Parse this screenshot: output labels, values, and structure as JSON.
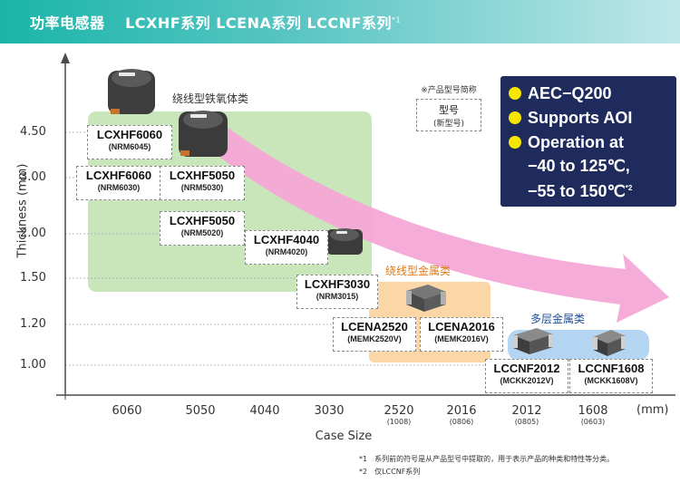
{
  "header": {
    "title": "功率电感器　 LCXHF系列 LCENA系列 LCCNF系列",
    "note_marker": "*1"
  },
  "axes": {
    "y_label": "Thickness (mm)",
    "x_label": "Case Size",
    "x_unit": "(mm)",
    "y_ticks": [
      "4.50",
      "3.00",
      "2.00",
      "1.50",
      "1.20",
      "1.00"
    ],
    "x_ticks": [
      {
        "label": "6060",
        "sub": ""
      },
      {
        "label": "5050",
        "sub": ""
      },
      {
        "label": "4040",
        "sub": ""
      },
      {
        "label": "3030",
        "sub": ""
      },
      {
        "label": "2520",
        "sub": "(1008)"
      },
      {
        "label": "2016",
        "sub": "(0806)"
      },
      {
        "label": "2012",
        "sub": "(0805)"
      },
      {
        "label": "1608",
        "sub": "(0603)"
      }
    ]
  },
  "regions": {
    "ferrite": "绕线型铁氧体类",
    "metal": "绕线型金属类",
    "multilayer": "多层金属类"
  },
  "colors": {
    "ferrite_region": "#c9e6bb",
    "metal_region": "#fbd7a7",
    "multilayer_region": "#b3d5f2",
    "arrow": "#f6a8d7",
    "metal_label": "#e07a17",
    "multilayer_label": "#1f4e93",
    "ferrite_label": "#333333",
    "feature_box": "#1e2b5c",
    "bullet": "#f6e600"
  },
  "products": [
    {
      "model": "LCXHF6060",
      "old": "(NRM6045)"
    },
    {
      "model": "LCXHF6060",
      "old": "(NRM6030)"
    },
    {
      "model": "LCXHF5050",
      "old": "(NRM5030)"
    },
    {
      "model": "LCXHF5050",
      "old": "(NRM5020)"
    },
    {
      "model": "LCXHF4040",
      "old": "(NRM4020)"
    },
    {
      "model": "LCXHF3030",
      "old": "(NRM3015)"
    },
    {
      "model": "LCENA2520",
      "old": "(MEMK2520V)"
    },
    {
      "model": "LCENA2016",
      "old": "(MEMK2016V)"
    },
    {
      "model": "LCCNF2012",
      "old": "(MCKK2012V)"
    },
    {
      "model": "LCCNF1608",
      "old": "(MCKK1608V)"
    }
  ],
  "legend": {
    "title": "※产品型号简称",
    "line1": "型号",
    "line2": "(新型号)"
  },
  "features": {
    "item1": "AEC−Q200",
    "item2": "Supports AOI",
    "item3": "Operation at",
    "item3_line2": "−40 to 125℃,",
    "item3_line3": "−55 to 150℃",
    "item3_marker": "*2"
  },
  "notes": {
    "note1": "*1　系列前的符号是从产品型号中提取的，用于表示产品的种类和特性等分类。",
    "note2": "*2　仅LCCNF系列"
  }
}
